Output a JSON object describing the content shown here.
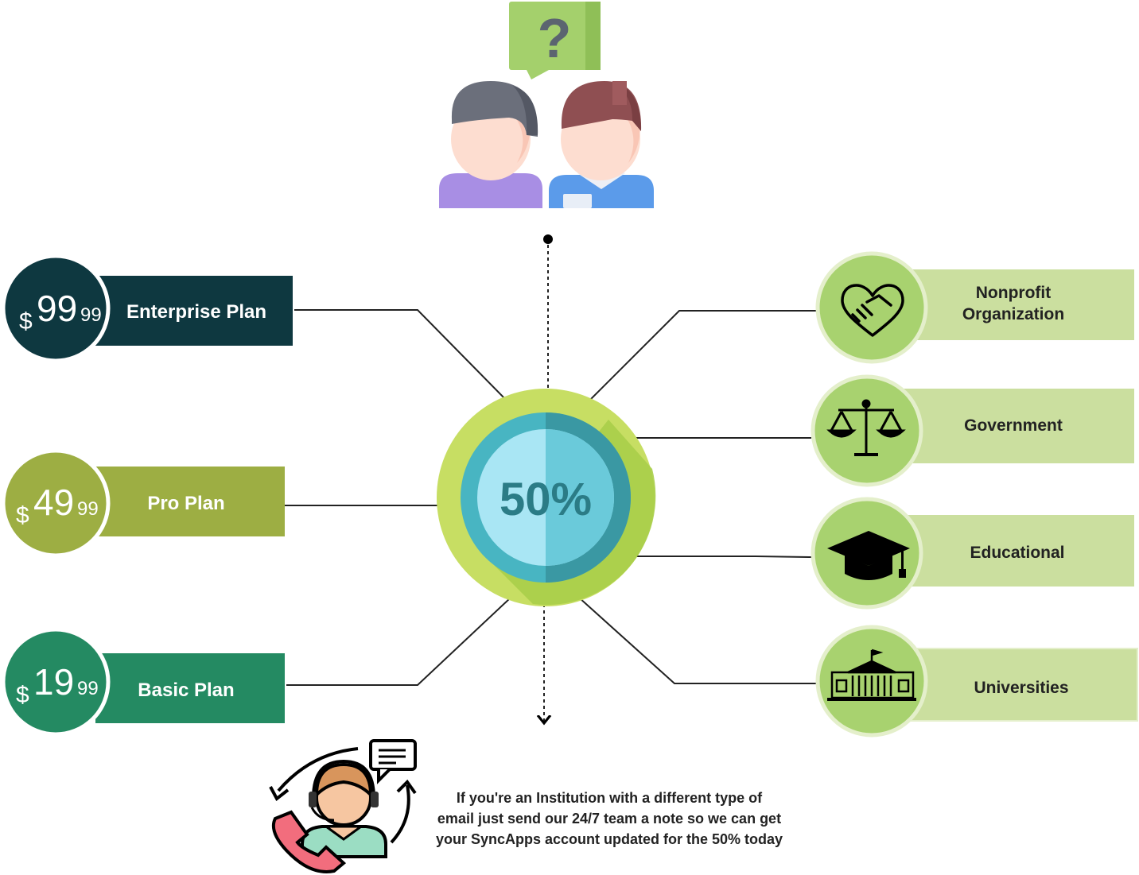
{
  "center": {
    "label": "50%"
  },
  "plans": [
    {
      "dollar": "$",
      "price": "99",
      "cents": "99",
      "name": "Enterprise Plan",
      "color": "#0E3840"
    },
    {
      "dollar": "$",
      "price": "49",
      "cents": "99",
      "name": "Pro Plan",
      "color": "#9DAE43"
    },
    {
      "dollar": "$",
      "price": "19",
      "cents": "99",
      "name": "Basic Plan",
      "color": "#248A62"
    }
  ],
  "categories": [
    {
      "line1": "Nonprofit",
      "line2": "Organization",
      "icon": "handshake-heart-icon"
    },
    {
      "line1": "Government",
      "line2": "",
      "icon": "scales-of-justice-icon"
    },
    {
      "line1": "Educational",
      "line2": "",
      "icon": "graduation-cap-icon"
    },
    {
      "line1": "Universities",
      "line2": "",
      "icon": "university-building-icon"
    }
  ],
  "note": {
    "line1": "If you're an Institution with a different type of",
    "line2": "email just send our 24/7 team a note so we can get",
    "line3": "your SyncApps account updated for the 50% today"
  },
  "colors": {
    "category_box": "#CBDF9F",
    "category_circle": "#A8D26F",
    "center_outer": "#C7DE63",
    "center_ring": "#48B5C2",
    "center_inner": "#A9E6F4",
    "center_text": "#2B7C86"
  }
}
